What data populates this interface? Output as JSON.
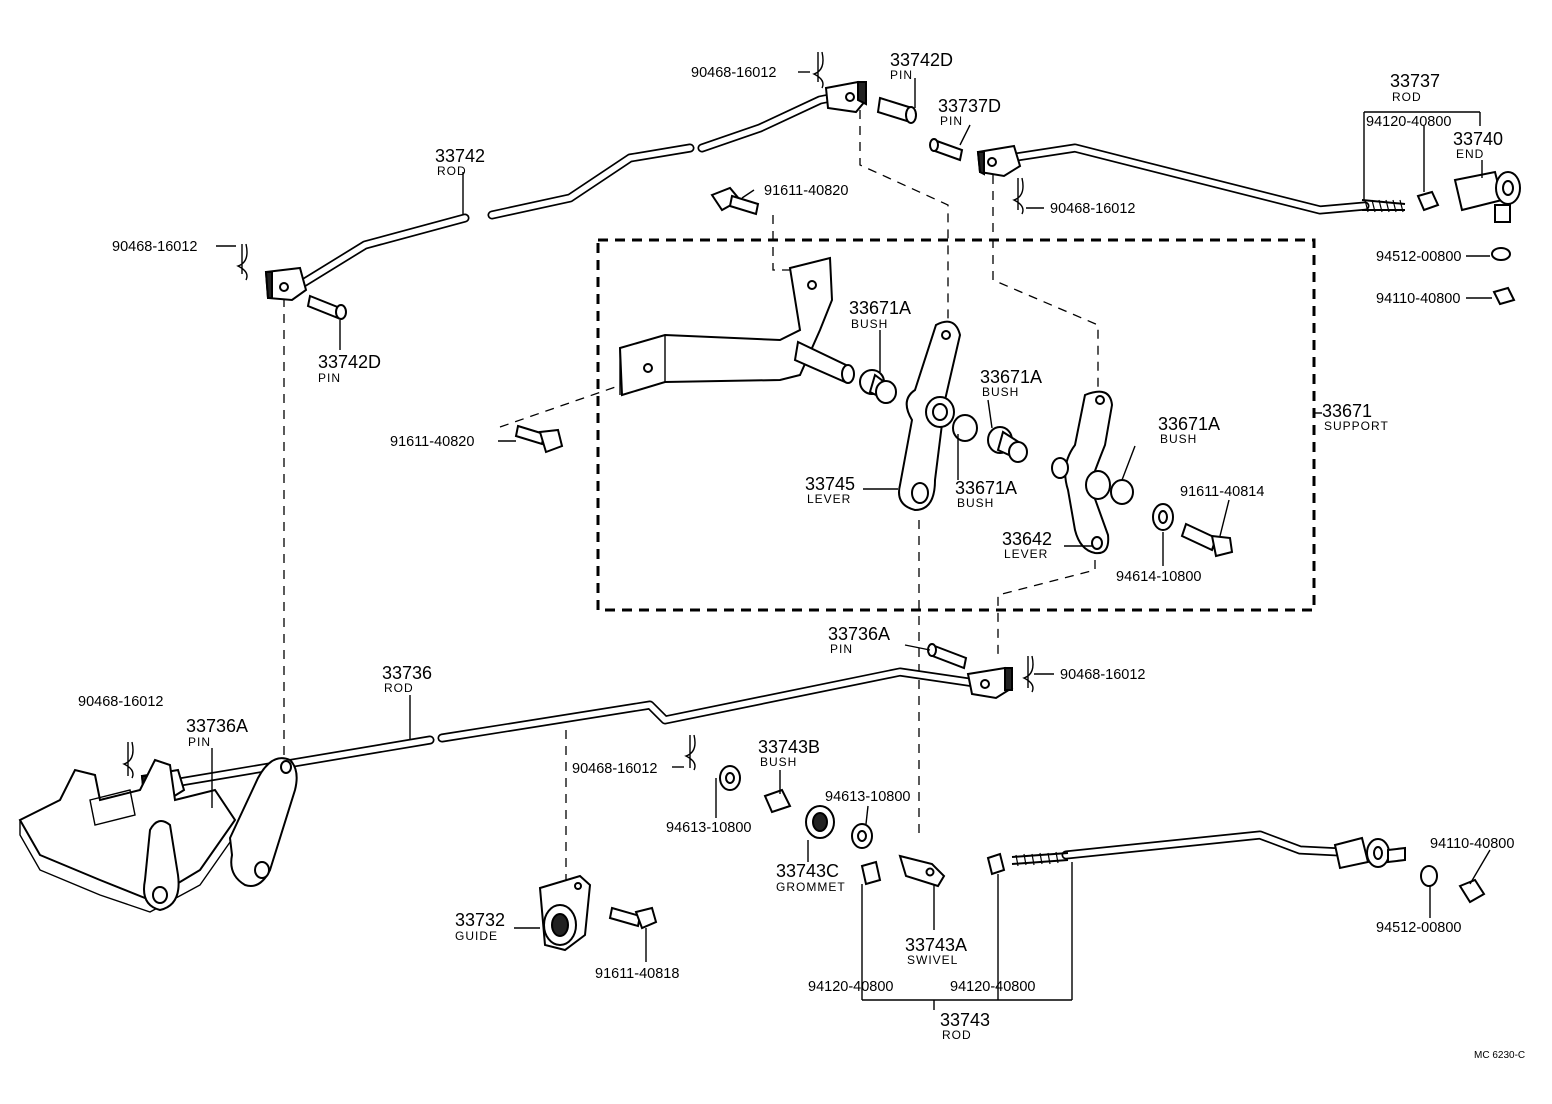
{
  "diagram": {
    "footer_code": "MC 6230-C",
    "callouts": {
      "rod_33742": {
        "number": "33742",
        "name": "ROD"
      },
      "pin_33742d_top": {
        "number": "33742D",
        "name": "PIN"
      },
      "pin_33742d_left": {
        "number": "33742D",
        "name": "PIN"
      },
      "pin_33737d": {
        "number": "33737D",
        "name": "PIN"
      },
      "rod_33737": {
        "number": "33737",
        "name": "ROD"
      },
      "end_33740": {
        "number": "33740",
        "name": "END"
      },
      "support_33671": {
        "number": "33671",
        "name": "SUPPORT"
      },
      "bush_33671a_1": {
        "number": "33671A",
        "name": "BUSH"
      },
      "bush_33671a_2": {
        "number": "33671A",
        "name": "BUSH"
      },
      "bush_33671a_3": {
        "number": "33671A",
        "name": "BUSH"
      },
      "bush_33671a_4": {
        "number": "33671A",
        "name": "BUSH"
      },
      "lever_33745": {
        "number": "33745",
        "name": "LEVER"
      },
      "lever_33642": {
        "number": "33642",
        "name": "LEVER"
      },
      "pin_33736a_mid": {
        "number": "33736A",
        "name": "PIN"
      },
      "rod_33736": {
        "number": "33736",
        "name": "ROD"
      },
      "pin_33736a_left": {
        "number": "33736A",
        "name": "PIN"
      },
      "bush_33743b": {
        "number": "33743B",
        "name": "BUSH"
      },
      "grommet_33743c": {
        "number": "33743C",
        "name": "GROMMET"
      },
      "guide_33732": {
        "number": "33732",
        "name": "GUIDE"
      },
      "swivel_33743a": {
        "number": "33743A",
        "name": "SWIVEL"
      },
      "rod_33743": {
        "number": "33743",
        "name": "ROD"
      }
    },
    "part_codes": {
      "clip_top": "90468-16012",
      "clip_left_upper": "90468-16012",
      "clip_right_upper": "90468-16012",
      "clip_mid": "90468-16012",
      "clip_center": "90468-16012",
      "clip_left_lower": "90468-16012",
      "bolt_top": "91611-40820",
      "bolt_left": "91611-40820",
      "bolt_support": "91611-40814",
      "bolt_guide": "91611-40818",
      "nut_top_1": "94120-40800",
      "washer_top": "94512-00800",
      "nut_top_2": "94110-40800",
      "washer_lever": "94614-10800",
      "washer_left": "94613-10800",
      "washer_right": "94613-10800",
      "nut_bottom_1": "94120-40800",
      "nut_bottom_2": "94120-40800",
      "nut_bottom_right": "94110-40800",
      "washer_bottom_right": "94512-00800"
    }
  }
}
